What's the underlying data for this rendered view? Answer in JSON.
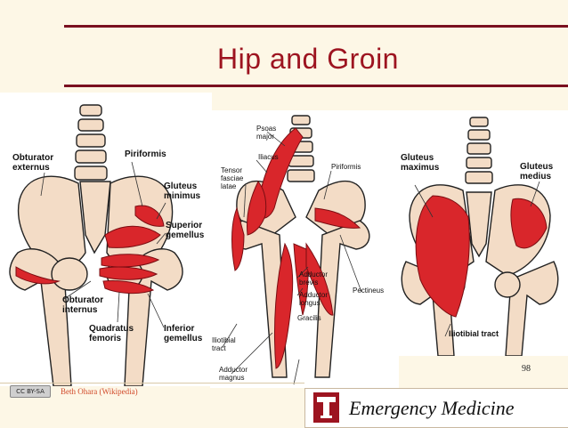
{
  "slide": {
    "title": "Hip and Groin",
    "page_number": "98",
    "credit": "Beth Ohara (Wikipedia)",
    "license_badge": "CC BY-SA",
    "footer_text": "Emergency Medicine"
  },
  "panel_left": {
    "labels": {
      "obturator_externus": "Obturator\nexternus",
      "piriformis": "Piriformis",
      "gluteus_minimus": "Gluteus\nminimus",
      "superior_gemellus": "Superior\ngemellus",
      "obturator_internus": "Obturator\ninternus",
      "quadratus_femoris": "Quadratus\nfemoris",
      "inferior_gemellus": "Inferior\ngemellus"
    }
  },
  "panel_middle": {
    "labels": {
      "psoas_major": "Psoas\nmajor",
      "iliacus": "Iliacus",
      "tensor_fasciae_latae": "Tensor\nfasciae\nlatae",
      "piriformis": "Piriformis",
      "adductor_brevis": "Adductor\nbrevis",
      "adductor_longus": "Adductor\nlongus",
      "pectineus": "Pectineus",
      "gracilis": "Gracilis",
      "iliotibial_tract": "Iliotibial\ntract",
      "adductor_magnus": "Adductor\nmagnus"
    }
  },
  "panel_right": {
    "labels": {
      "gluteus_maximus": "Gluteus\nmaximus",
      "gluteus_medius": "Gluteus\nmedius",
      "iliotibial_tract": "Iliotibial tract"
    }
  },
  "colors": {
    "brand_red": "#9d1420",
    "muscle_red": "#d9262b",
    "bone": "#f3dcc6",
    "background": "#fdf7e6"
  }
}
